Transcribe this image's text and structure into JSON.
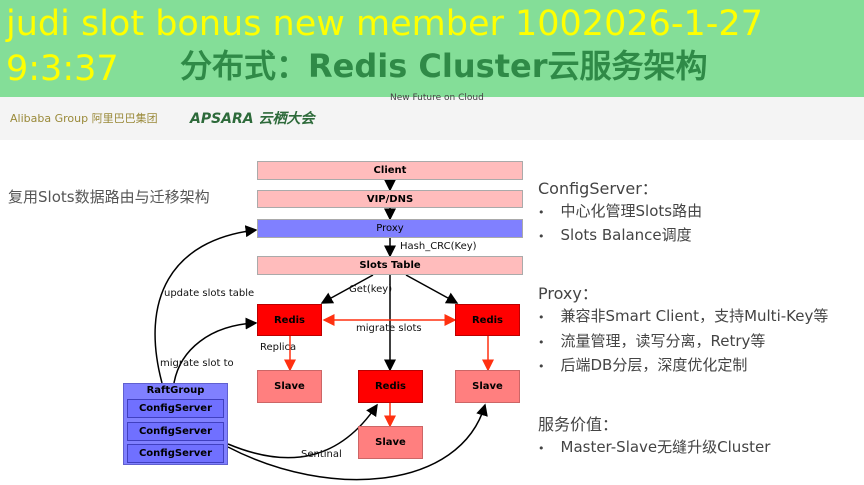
{
  "header": {
    "logo_left": "Alibaba Group 阿里巴巴集团",
    "logo_right": "APSARA 云栖大会",
    "title": "分布式：Redis Cluster云服务架构",
    "subtitle": "New Future on Cloud",
    "watermark": "judi slot bonus new member 1002026-1-27 9:3:37",
    "bg": "#84de98"
  },
  "left_title": "复用Slots数据路由与迁移架构",
  "diagram": {
    "client": "Client",
    "vip": "VIP/DNS",
    "proxy": "Proxy",
    "hash": "Hash_CRC(Key)",
    "slots_table": "Slots Table",
    "get": "Get(key)",
    "redis": "Redis",
    "slave": "Slave",
    "migrate_slots": "migrate slots",
    "replica": "Replica",
    "update": "update slots table",
    "migrate_to": "migrate slot to",
    "raft": "RaftGroup",
    "config": "ConfigServer",
    "sentinal": "Sentinal"
  },
  "right": {
    "cs_head": "ConfigServer：",
    "cs_items": [
      "中心化管理Slots路由",
      "Slots Balance调度"
    ],
    "proxy_head": "Proxy：",
    "proxy_items": [
      "兼容非Smart Client，支持Multi-Key等",
      "流量管理，读写分离，Retry等",
      "后端DB分层，深度优化定制"
    ],
    "value_head": "服务价值：",
    "value_items": [
      "Master-Slave无缝升级Cluster"
    ]
  }
}
